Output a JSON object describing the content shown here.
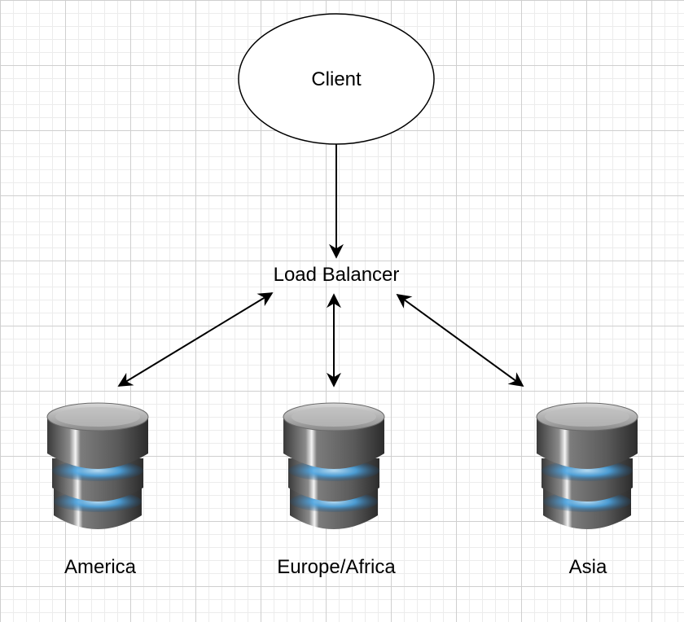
{
  "nodes": {
    "client": {
      "label": "Client"
    },
    "load_balancer": {
      "label": "Load Balancer"
    },
    "databases": [
      {
        "label": "America",
        "icon": "database-icon"
      },
      {
        "label": "Europe/Africa",
        "icon": "database-icon"
      },
      {
        "label": "Asia",
        "icon": "database-icon"
      }
    ]
  },
  "edges": [
    {
      "from": "Client",
      "to": "Load Balancer",
      "direction": "forward"
    },
    {
      "from": "Load Balancer",
      "to": "America",
      "direction": "both"
    },
    {
      "from": "Load Balancer",
      "to": "Europe/Africa",
      "direction": "both"
    },
    {
      "from": "Load Balancer",
      "to": "Asia",
      "direction": "both"
    }
  ],
  "colors": {
    "line": "#000000",
    "db_body": "#6e6e6e",
    "db_glow": "#4aa3e0",
    "grid": "#cfcfcf"
  }
}
